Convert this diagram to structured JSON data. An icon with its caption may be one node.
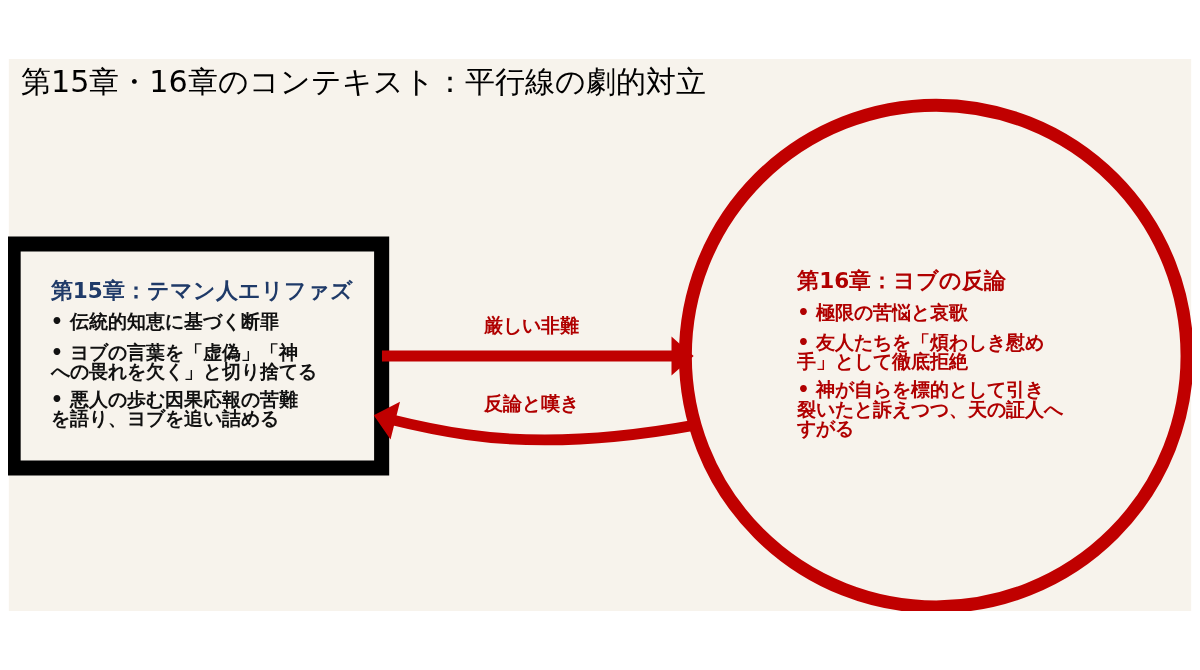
{
  "diagram": {
    "title": "第15章・16章のコンテキスト：平行線の劇的対立",
    "nodes": [
      {
        "text": [
          "第15章：テマン人エリファズ",
          "• 伝統的知恵に基づく断罪",
          "• ヨブの言葉を「虚偽」「神への畏れを欠く」と切り捨てる",
          "• 悪人の歩む因果応報の苦難を語り、ヨブを追い詰める"
        ]
      },
      {
        "text": [
          "第16章：ヨブの反論",
          "• 極限の苦悩と哀歌",
          "• 友人たちを「煩わしき慰め手」として徹底拒絶",
          "• 神が自らを標的として引き裂いたと訴えつつ、天の証人へすがる"
        ]
      }
    ],
    "edges": [
      {
        "from": 0,
        "to": 1,
        "arrow": "to",
        "label": "厳しい非難"
      },
      {
        "from": 1,
        "to": 0,
        "arrow": "to",
        "label": "反論と嘆き"
      }
    ]
  }
}
